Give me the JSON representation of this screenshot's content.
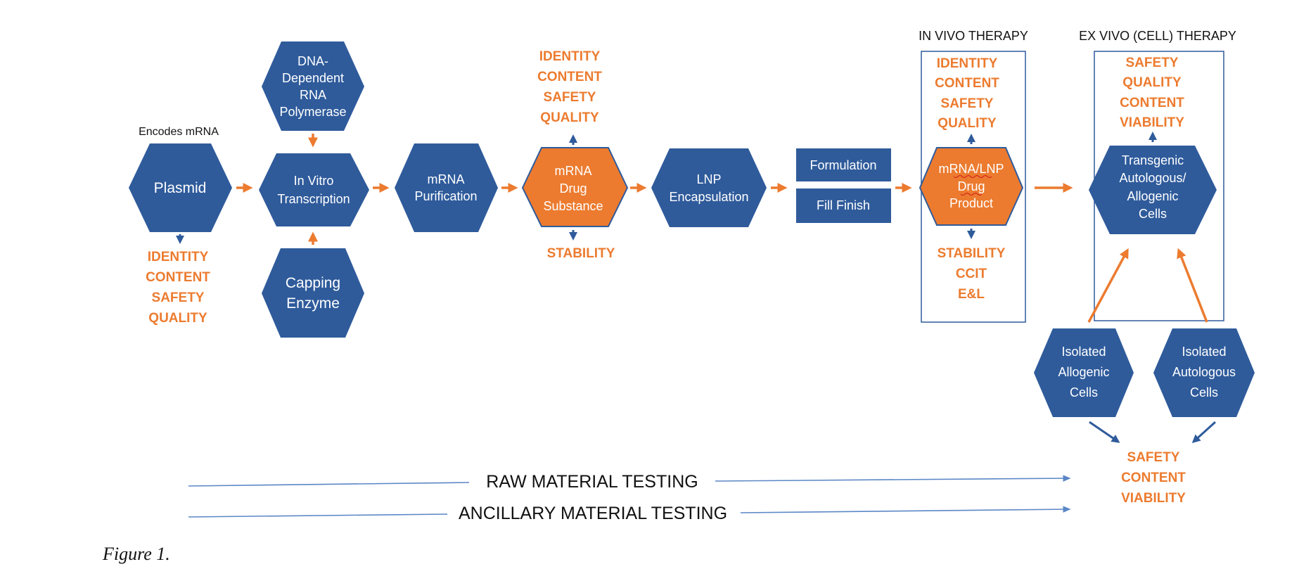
{
  "nodes": {
    "dna_polymerase": [
      "DNA-",
      "Dependent",
      "RNA",
      "Polymerase"
    ],
    "plasmid": [
      "Plasmid"
    ],
    "in_vitro_transcription": [
      "In Vitro",
      "Transcription"
    ],
    "capping_enzyme": [
      "Capping",
      "Enzyme"
    ],
    "mrna_purification": [
      "mRNA",
      "Purification"
    ],
    "mrna_drug_substance": [
      "mRNA",
      "Drug",
      "Substance"
    ],
    "lnp_encapsulation": [
      "LNP",
      "Encapsulation"
    ],
    "formulation": "Formulation",
    "fill_finish": "Fill Finish",
    "mrna_lnp_drug_product": [
      "mRNA/LNP",
      "Drug",
      "Product"
    ],
    "transgenic_cells": [
      "Transgenic",
      "Autologous/",
      "Allogenic",
      "Cells"
    ],
    "isolated_allogenic": [
      "Isolated",
      "Allogenic",
      "Cells"
    ],
    "isolated_autologous": [
      "Isolated",
      "Autologous",
      "Cells"
    ]
  },
  "labels": {
    "encodes_mrna": "Encodes mRNA",
    "in_vivo_therapy": "IN VIVO THERAPY",
    "ex_vivo_therapy": "EX VIVO (CELL) THERAPY",
    "raw_material_testing": "RAW MATERIAL TESTING",
    "ancillary_material_testing": "ANCILLARY MATERIAL TESTING",
    "caption": "Figure 1."
  },
  "tests": {
    "plasmid": [
      "IDENTITY",
      "CONTENT",
      "SAFETY",
      "QUALITY"
    ],
    "drug_substance_top": [
      "IDENTITY",
      "CONTENT",
      "SAFETY",
      "QUALITY"
    ],
    "drug_substance_bottom": [
      "STABILITY"
    ],
    "drug_product_top": [
      "IDENTITY",
      "CONTENT",
      "SAFETY",
      "QUALITY"
    ],
    "drug_product_bottom": [
      "STABILITY",
      "CCIT",
      "E&L"
    ],
    "cells_top": [
      "SAFETY",
      "QUALITY",
      "CONTENT",
      "VIABILITY"
    ],
    "isolated_cells": [
      "SAFETY",
      "CONTENT",
      "VIABILITY"
    ]
  },
  "colors": {
    "blue": "#2f5b9b",
    "orange": "#ec7b2f",
    "line_blue": "#5b87c6"
  }
}
